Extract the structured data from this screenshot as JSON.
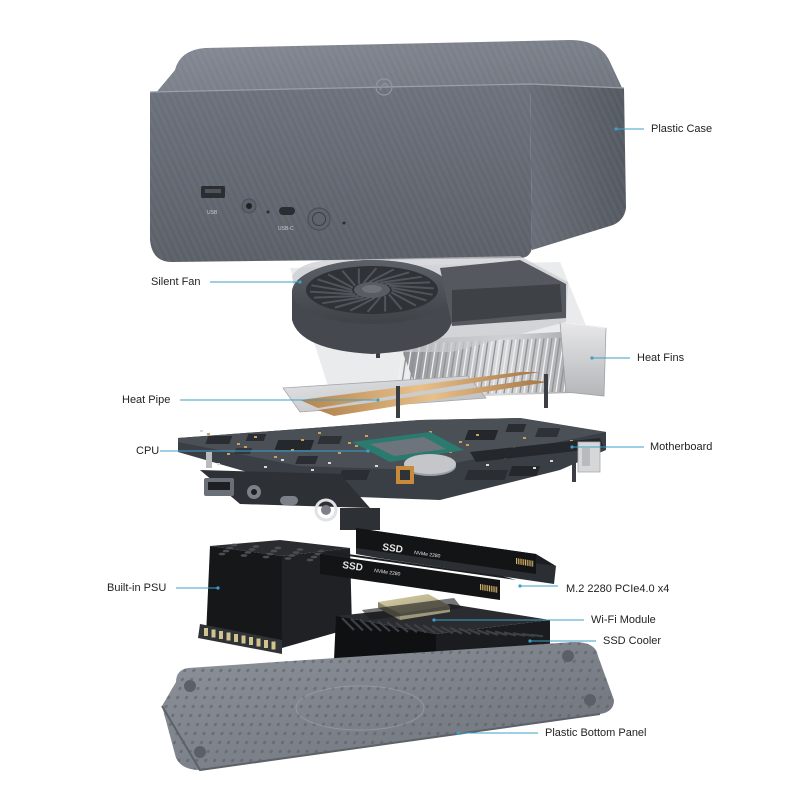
{
  "diagram": {
    "case_ports": {
      "usb": "USB",
      "usbc": "USB-C"
    },
    "ssd_print": {
      "brand": "SSD",
      "spec": "NVMe 2280"
    },
    "callouts": [
      {
        "id": "plastic-case",
        "text": "Plastic Case"
      },
      {
        "id": "silent-fan",
        "text": "Silent Fan"
      },
      {
        "id": "heat-fins",
        "text": "Heat Fins"
      },
      {
        "id": "heat-pipe",
        "text": "Heat Pipe"
      },
      {
        "id": "cpu",
        "text": "CPU"
      },
      {
        "id": "motherboard",
        "text": "Motherboard"
      },
      {
        "id": "built-in-psu",
        "text": "Built-in PSU"
      },
      {
        "id": "m2-slot",
        "text": "M.2 2280 PCIe4.0 x4"
      },
      {
        "id": "wifi-module",
        "text": "Wi-Fi Module"
      },
      {
        "id": "ssd-cooler",
        "text": "SSD Cooler"
      },
      {
        "id": "bottom-panel",
        "text": "Plastic Bottom Panel"
      }
    ],
    "colors": {
      "case": "#6d727c",
      "case_top": "#7d828c",
      "callout_line": "#3d9fc9",
      "pcb": "#3a3f45",
      "ssd": "#1e2024",
      "heatsink": "#1a1c1f"
    }
  }
}
